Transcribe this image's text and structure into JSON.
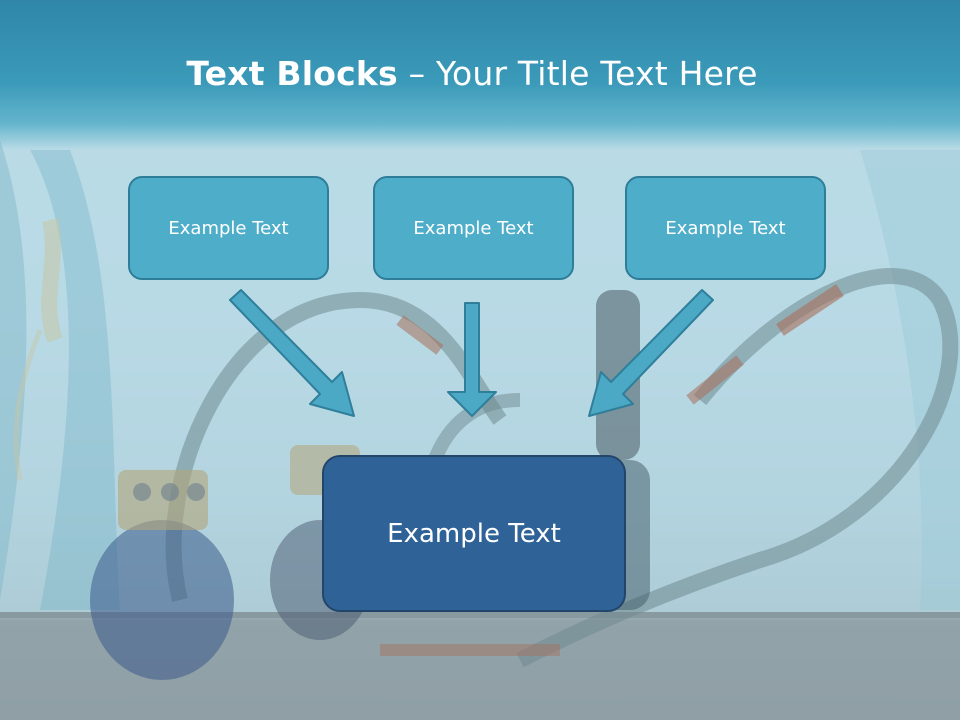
{
  "slide": {
    "title_bold": "Text Blocks",
    "title_dash": " – ",
    "title_rest": "Your Title Text Here",
    "top_boxes": [
      {
        "text": "Example Text"
      },
      {
        "text": "Example Text"
      },
      {
        "text": "Example Text"
      }
    ],
    "main_box": {
      "text": "Example Text"
    }
  },
  "colors": {
    "title_band": "#3b9ab9",
    "top_box_fill": "#4eaec9",
    "main_box_fill": "#2f6397",
    "arrow_fill": "#4ba9c5"
  }
}
